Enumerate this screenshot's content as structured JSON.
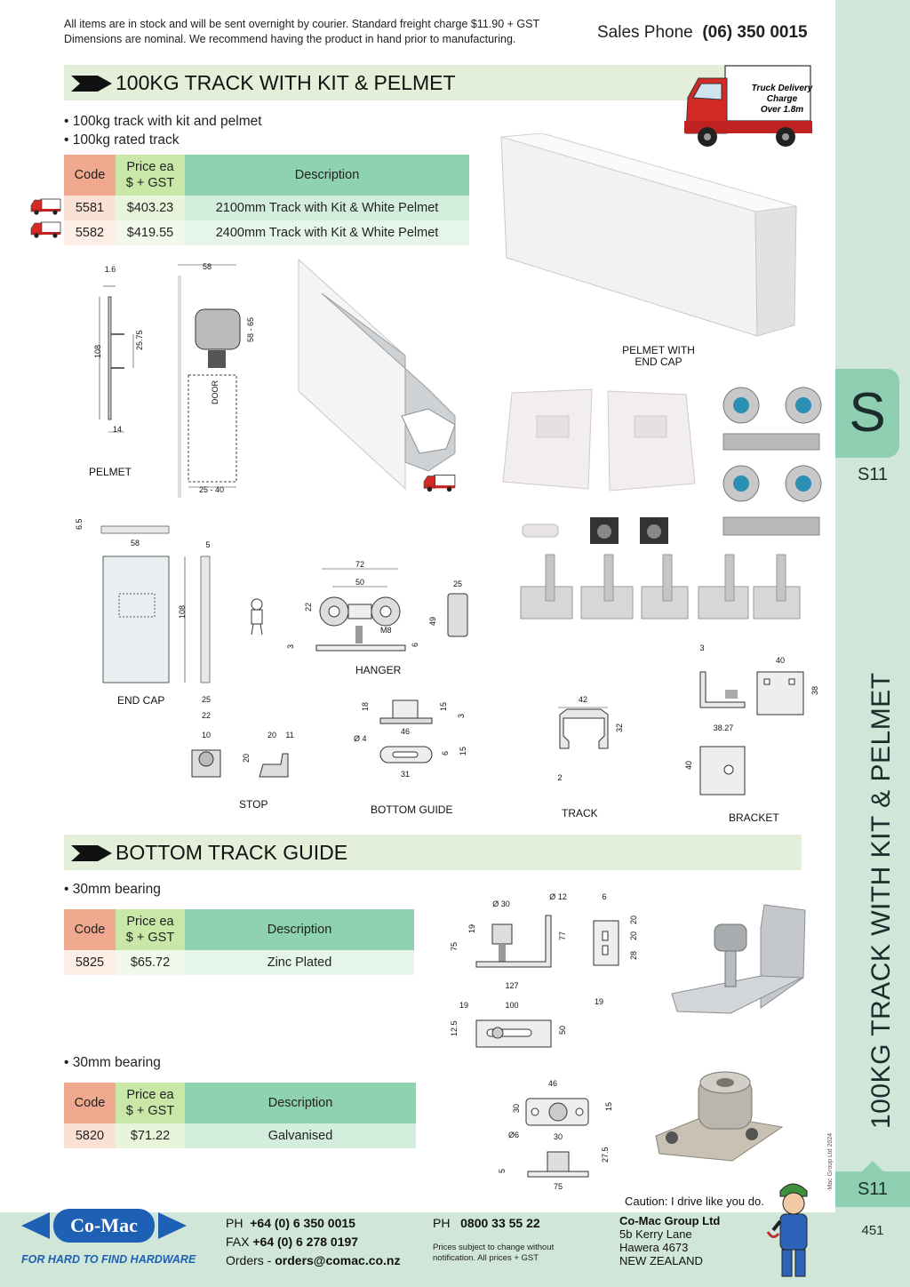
{
  "header": {
    "notice_line1": "All items are in stock and will be sent overnight by courier. Standard freight charge $11.90 + GST",
    "notice_line2": "Dimensions are nominal. We recommend having the product in hand prior to manufacturing.",
    "sales_label": "Sales Phone",
    "sales_number": "(06) 350 0015"
  },
  "truck_badge": {
    "line1": "Truck Delivery",
    "line2": "Charge",
    "line3": "Over 1.8m"
  },
  "section1": {
    "title": "100KG TRACK WITH KIT & PELMET",
    "bullets": [
      "• 100kg track with kit and pelmet",
      "• 100kg rated track"
    ],
    "table": {
      "headers": [
        "Code",
        "Price ea",
        "$ + GST",
        "Description"
      ],
      "rows": [
        {
          "code": "5581",
          "price": "$403.23",
          "desc": "2100mm Track with Kit &  White Pelmet"
        },
        {
          "code": "5582",
          "price": "$419.55",
          "desc": "2400mm Track with Kit &  White Pelmet"
        }
      ]
    },
    "labels": {
      "pelmet": "PELMET",
      "pelmet_endcap_1": "PELMET WITH",
      "pelmet_endcap_2": "END CAP",
      "end_cap": "END CAP",
      "hanger": "HANGER",
      "stop": "STOP",
      "bottom_guide": "BOTTOM GUIDE",
      "track": "TRACK",
      "bracket": "BRACKET",
      "door": "DOOR"
    },
    "dims": {
      "pelmet": [
        "1.6",
        "108",
        "25.75",
        "14"
      ],
      "door": [
        "58",
        "58 - 65",
        "25 - 40"
      ],
      "end_cap": [
        "6.5",
        "58",
        "108",
        "5"
      ],
      "hanger": [
        "72",
        "50",
        "22",
        "M8",
        "3",
        "25",
        "49",
        "6"
      ],
      "stop": [
        "25",
        "22",
        "10",
        "20",
        "11",
        "20"
      ],
      "bottom_guide": [
        "18",
        "15",
        "3",
        "46",
        "Ø 4",
        "6",
        "15",
        "31"
      ],
      "track": [
        "42",
        "32",
        "2"
      ],
      "bracket": [
        "3",
        "40",
        "38",
        "38.27",
        "40"
      ]
    }
  },
  "section2": {
    "title": "BOTTOM TRACK GUIDE",
    "bullet_a": "• 30mm bearing",
    "table_a": {
      "headers": [
        "Code",
        "Price ea",
        "$ + GST",
        "Description"
      ],
      "rows": [
        {
          "code": "5825",
          "price": "$65.72",
          "desc": "Zinc Plated"
        }
      ]
    },
    "bullet_b": "• 30mm bearing",
    "table_b": {
      "headers": [
        "Code",
        "Price ea",
        "$ + GST",
        "Description"
      ],
      "rows": [
        {
          "code": "5820",
          "price": "$71.22",
          "desc": "Galvanised"
        }
      ]
    },
    "dims_a": [
      "Ø 30",
      "Ø 12",
      "6",
      "19",
      "75",
      "77",
      "28",
      "20",
      "20",
      "127",
      "19",
      "19",
      "100",
      "12.5",
      "50"
    ],
    "dims_b": [
      "46",
      "30",
      "15",
      "Ø6",
      "30",
      "27.5",
      "5",
      "75"
    ]
  },
  "sidebar": {
    "section_letter": "S",
    "section_code": "S11",
    "vertical_title": "100KG TRACK WITH KIT & PELMET",
    "copyright": "© Co-Mac Group Ltd 2024",
    "page_code": "S11",
    "page_number": "451"
  },
  "footer": {
    "logo_text": "Co-Mac",
    "tagline": "FOR HARD TO FIND HARDWARE",
    "ph_label": "PH",
    "ph_number": "+64 (0) 6 350 0015",
    "fax_label": "FAX",
    "fax_number": "+64 (0) 6 278 0197",
    "orders_label": "Orders -",
    "orders_email": "orders@comac.co.nz",
    "ph2_label": "PH",
    "ph2_number": "0800 33 55 22",
    "disclaimer_1": "Prices subject to change without",
    "disclaimer_2": "notification. All prices + GST",
    "company": "Co-Mac Group Ltd",
    "addr1": "5b Kerry Lane",
    "addr2": "Hawera 4673",
    "addr3": "NEW ZEALAND",
    "caution": "Caution: I drive like you do."
  },
  "colors": {
    "sidebar": "#cfe6d8",
    "tab": "#8fcfb1",
    "section_bar": "#e3efd8",
    "code_header": "#f0a88e",
    "price_header": "#c9e8a8",
    "desc_header": "#8fd2af",
    "logo_blue": "#1d60b4"
  }
}
